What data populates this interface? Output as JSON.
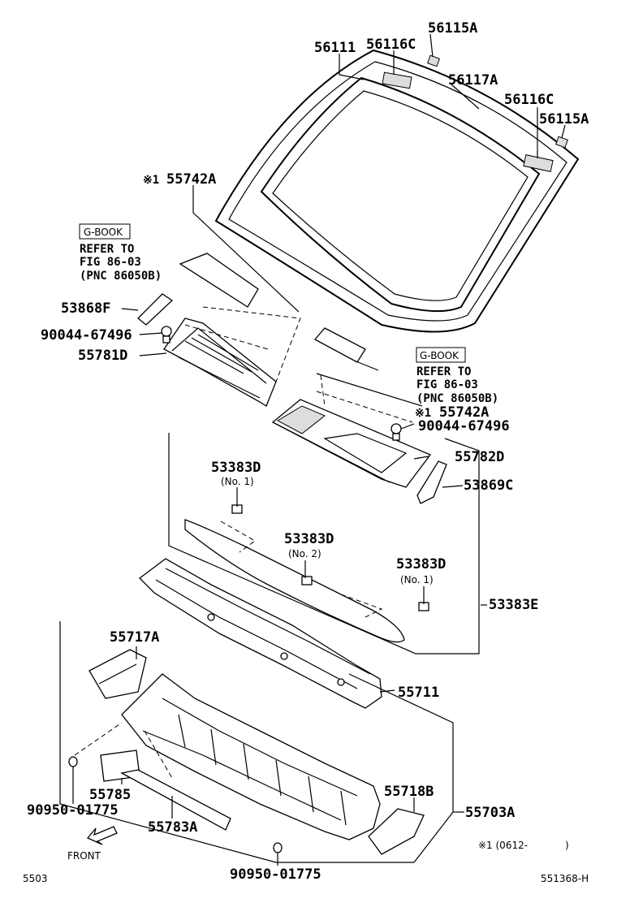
{
  "labels": {
    "p56115A_top": "56115A",
    "p56111": "56111",
    "p56116C_top": "56116C",
    "p56117A": "56117A",
    "p56116C_right": "56116C",
    "p56115A_right": "56115A",
    "p55742A_left": "55742A",
    "p53868F": "53868F",
    "p90044_left": "90044-67496",
    "p55781D": "55781D",
    "p55742A_right": "55742A",
    "p90044_right": "90044-67496",
    "p55782D": "55782D",
    "p53869C": "53869C",
    "p53383D_1": "53383D",
    "p53383D_2": "53383D",
    "p53383D_3": "53383D",
    "p53383E": "53383E",
    "p55717A": "55717A",
    "p55711": "55711",
    "p55718B": "55718B",
    "p55703A": "55703A",
    "p55785": "55785",
    "p90950_left": "90950-01775",
    "p55783A": "55783A",
    "p90950_bottom": "90950-01775"
  },
  "notes": {
    "mark": "※1",
    "gbook": "G-BOOK",
    "refer_to": "REFER TO",
    "fig": "FIG 86-03",
    "pnc": "(PNC 86050B)",
    "no1": "(No. 1)",
    "no2": "(No. 2)",
    "footnote": "※1 (0612-",
    "footnote_close": ")",
    "front": "FRONT",
    "page_left": "5503",
    "page_right": "551368-H"
  }
}
